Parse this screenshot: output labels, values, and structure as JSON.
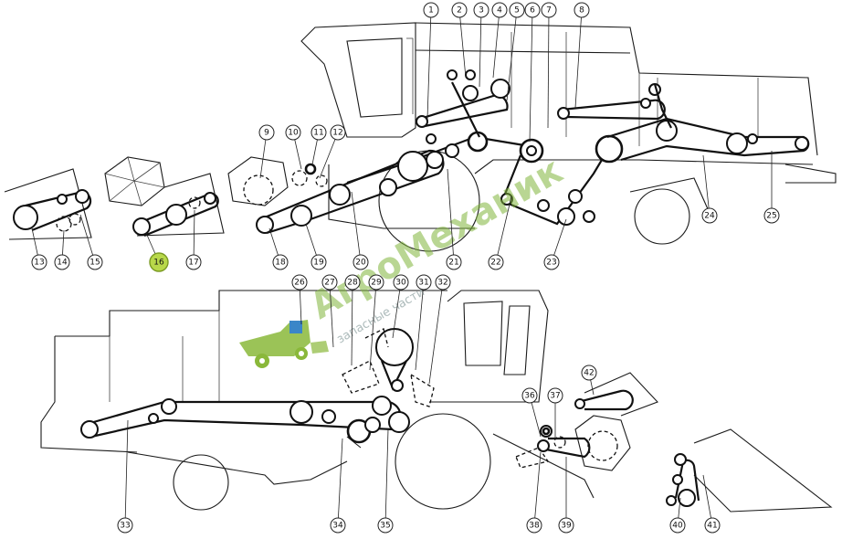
{
  "diagram": {
    "callouts": [
      {
        "label": "1"
      },
      {
        "label": "2"
      },
      {
        "label": "3"
      },
      {
        "label": "4"
      },
      {
        "label": "5"
      },
      {
        "label": "6"
      },
      {
        "label": "7"
      },
      {
        "label": "8"
      },
      {
        "label": "9"
      },
      {
        "label": "10"
      },
      {
        "label": "11"
      },
      {
        "label": "12"
      },
      {
        "label": "13"
      },
      {
        "label": "14"
      },
      {
        "label": "15"
      },
      {
        "label": "16",
        "highlight": true
      },
      {
        "label": "17"
      },
      {
        "label": "18"
      },
      {
        "label": "19"
      },
      {
        "label": "20"
      },
      {
        "label": "21"
      },
      {
        "label": "22"
      },
      {
        "label": "23"
      },
      {
        "label": "24"
      },
      {
        "label": "25"
      },
      {
        "label": "26"
      },
      {
        "label": "27"
      },
      {
        "label": "28"
      },
      {
        "label": "29"
      },
      {
        "label": "30"
      },
      {
        "label": "31"
      },
      {
        "label": "32"
      },
      {
        "label": "33"
      },
      {
        "label": "34"
      },
      {
        "label": "35"
      },
      {
        "label": "36"
      },
      {
        "label": "37"
      },
      {
        "label": "38"
      },
      {
        "label": "39"
      },
      {
        "label": "40"
      },
      {
        "label": "41"
      },
      {
        "label": "42"
      }
    ],
    "highlight_color": "#b8d84a"
  },
  "watermark": {
    "brand": "АгроМеханик",
    "tagline": "запасные части",
    "logo_icon": "combine-harvester-icon",
    "color": "#7fb43a"
  }
}
